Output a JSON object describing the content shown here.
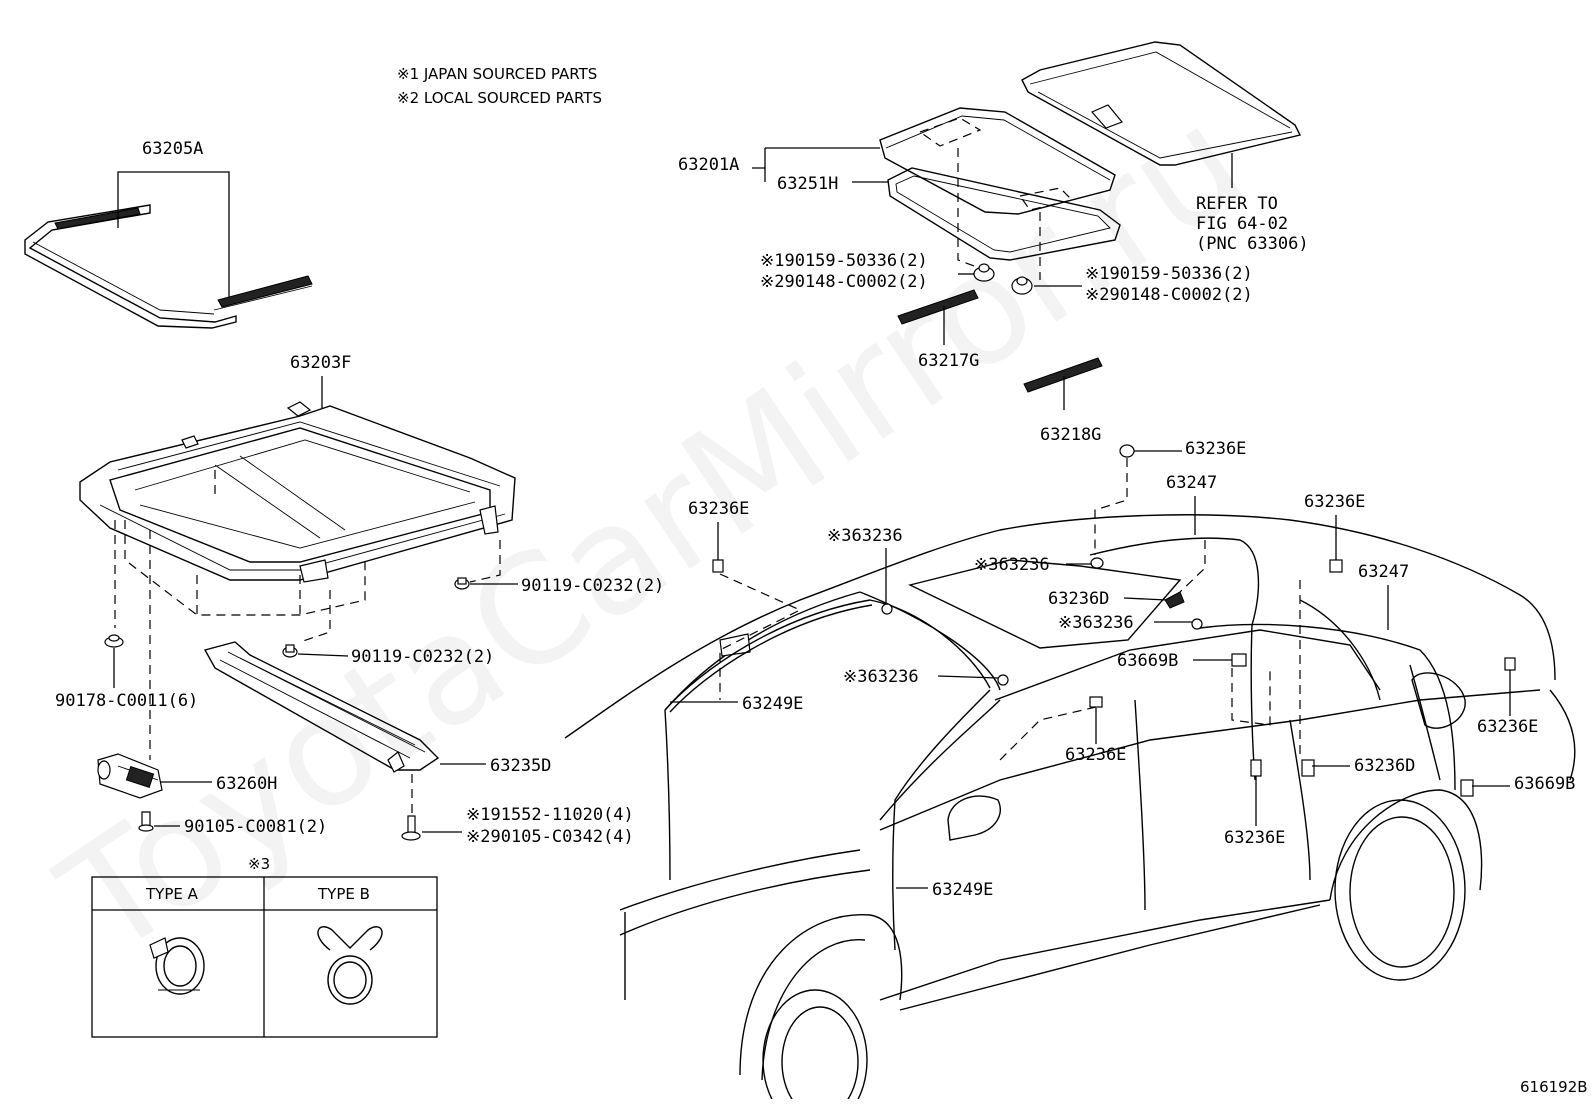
{
  "notes": {
    "japan": "※1 JAPAN SOURCED PARTS",
    "local": "※2 LOCAL SOURCED PARTS"
  },
  "watermark": "ToyotaCarMirror.ru",
  "figure_id": "616192B",
  "refer": {
    "line1": "REFER TO",
    "line2": "FIG 64-02",
    "line3": "(PNC 63306)"
  },
  "labels": {
    "p63205A": "63205A",
    "p63203F": "63203F",
    "p63201A": "63201A",
    "p63251H": "63251H",
    "p90159_l": "※190159-50336(2)",
    "p90148_l": "※290148-C0002(2)",
    "p90159_r": "※190159-50336(2)",
    "p90148_r": "※290148-C0002(2)",
    "p63217G": "63217G",
    "p63218G": "63218G",
    "p90119_a": "90119-C0232(2)",
    "p90119_b": "90119-C0232(2)",
    "p90178": "90178-C0011(6)",
    "p63260H": "63260H",
    "p63235D": "63235D",
    "p90105_c0081": "90105-C0081(2)",
    "p91552": "※191552-11020(4)",
    "p90105_c0342": "※290105-C0342(4)",
    "p63236E_top": "63236E",
    "p63247_top": "63247",
    "p63236E_left": "63236E",
    "p63236_a": "※363236",
    "p63236E_right": "63236E",
    "p63247_right": "63247",
    "p63236_b": "※363236",
    "p63236D_top": "63236D",
    "p63236_c": "※363236",
    "p63669B_mid": "63669B",
    "p63236_d": "※363236",
    "p63249E_top": "63249E",
    "p63236E_mid": "63236E",
    "p63236E_rear": "63236E",
    "p63236D_bot": "63236D",
    "p63669B_bot": "63669B",
    "p63236E_bot": "63236E",
    "p63249E_bot": "63249E"
  },
  "type_table": {
    "note": "※3",
    "type_a": "TYPE A",
    "type_b": "TYPE B"
  }
}
